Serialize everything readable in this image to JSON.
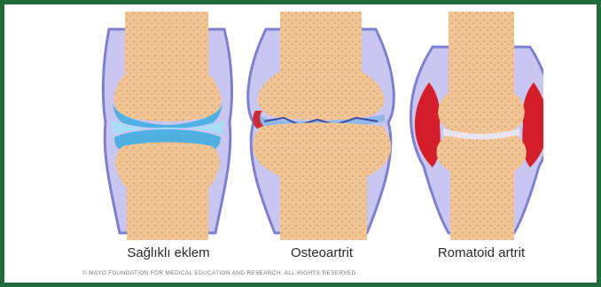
{
  "joints": [
    {
      "label": "Sağlıklı eklem"
    },
    {
      "label": "Osteoartrit"
    },
    {
      "label": "Romatoid artrit"
    }
  ],
  "copyright": "© MAYO FOUNDATION FOR MEDICAL EDUCATION AND RESEARCH. ALL RIGHTS RESERVED.",
  "colors": {
    "frame": "#1f6b3a",
    "bone": "#f2c79b",
    "capsule": "#8d8fd6",
    "cartilage": "#5fb8e6",
    "inflammation": "#d41f2b"
  }
}
